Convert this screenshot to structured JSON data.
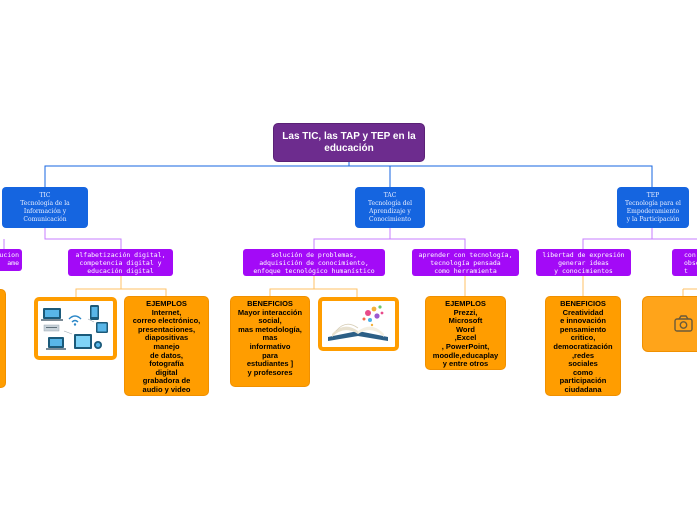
{
  "root": {
    "label": "Las TIC, las TAP y TEP en la educación"
  },
  "branches": {
    "tic": {
      "label": "TIC\nTecnología de la\nInformación y\nComunicación"
    },
    "tac": {
      "label": "TAC\nTecnología del\nAprendizaje y\nConocimiento"
    },
    "tep": {
      "label": "TEP\nTecnología para el\nEmpoderamiento\ny la Participación"
    }
  },
  "topics": {
    "tic_left_partial": {
      "label": "ucion\name"
    },
    "tic_alfabetizacion": {
      "label": "alfabetización digital,\ncompetencia digital y\neducación digital"
    },
    "tac_solucion": {
      "label": "solución de problemas,\nadquisición de conocimiento,\nenfoque tecnológico humanístico"
    },
    "tac_aprender": {
      "label": "aprender con tecnología,\ntecnología pensada\ncomo herramienta"
    },
    "tep_libertad": {
      "label": "libertad de expresión\ngenerar ideas\ny conocimientos"
    },
    "tep_right_partial": {
      "label": "con\nobse\nt"
    }
  },
  "details": {
    "tic_ejemplos": {
      "label": "EJEMPLOS\nInternet,\ncorreo electrónico,\npresentaciones,\ndiapositivas\nmanejo\nde datos,\nfotografía\ndigital\ngrabadora de\naudio y video"
    },
    "tac_beneficios": {
      "label": "BENEFICIOS\nMayor interacción\nsocial,\nmas metodología,\nmas\ninformativo\npara\nestudiantes ]\ny profesores"
    },
    "tac_ejemplos": {
      "label": "EJEMPLOS\nPrezzi,\nMicrosoft\nWord\n,Excel\n, PowerPoint,\nmoodle,educaplay\ny entre otros"
    },
    "tep_beneficios": {
      "label": "BENEFICIOS\nCreatividad\ne innovación\npensamiento\ncritico,\ndemocratización\n,redes\nsociales\ncomo\nparticipación\nciudadana"
    }
  },
  "icons": {
    "devices": "devices-illustration",
    "book": "open-book-illustration",
    "camera": "camera-placeholder-icon"
  },
  "colors": {
    "root": "#6d2c8e",
    "branch": "#1565e0",
    "topic": "#a30af7",
    "detail": "#ff9d00"
  }
}
